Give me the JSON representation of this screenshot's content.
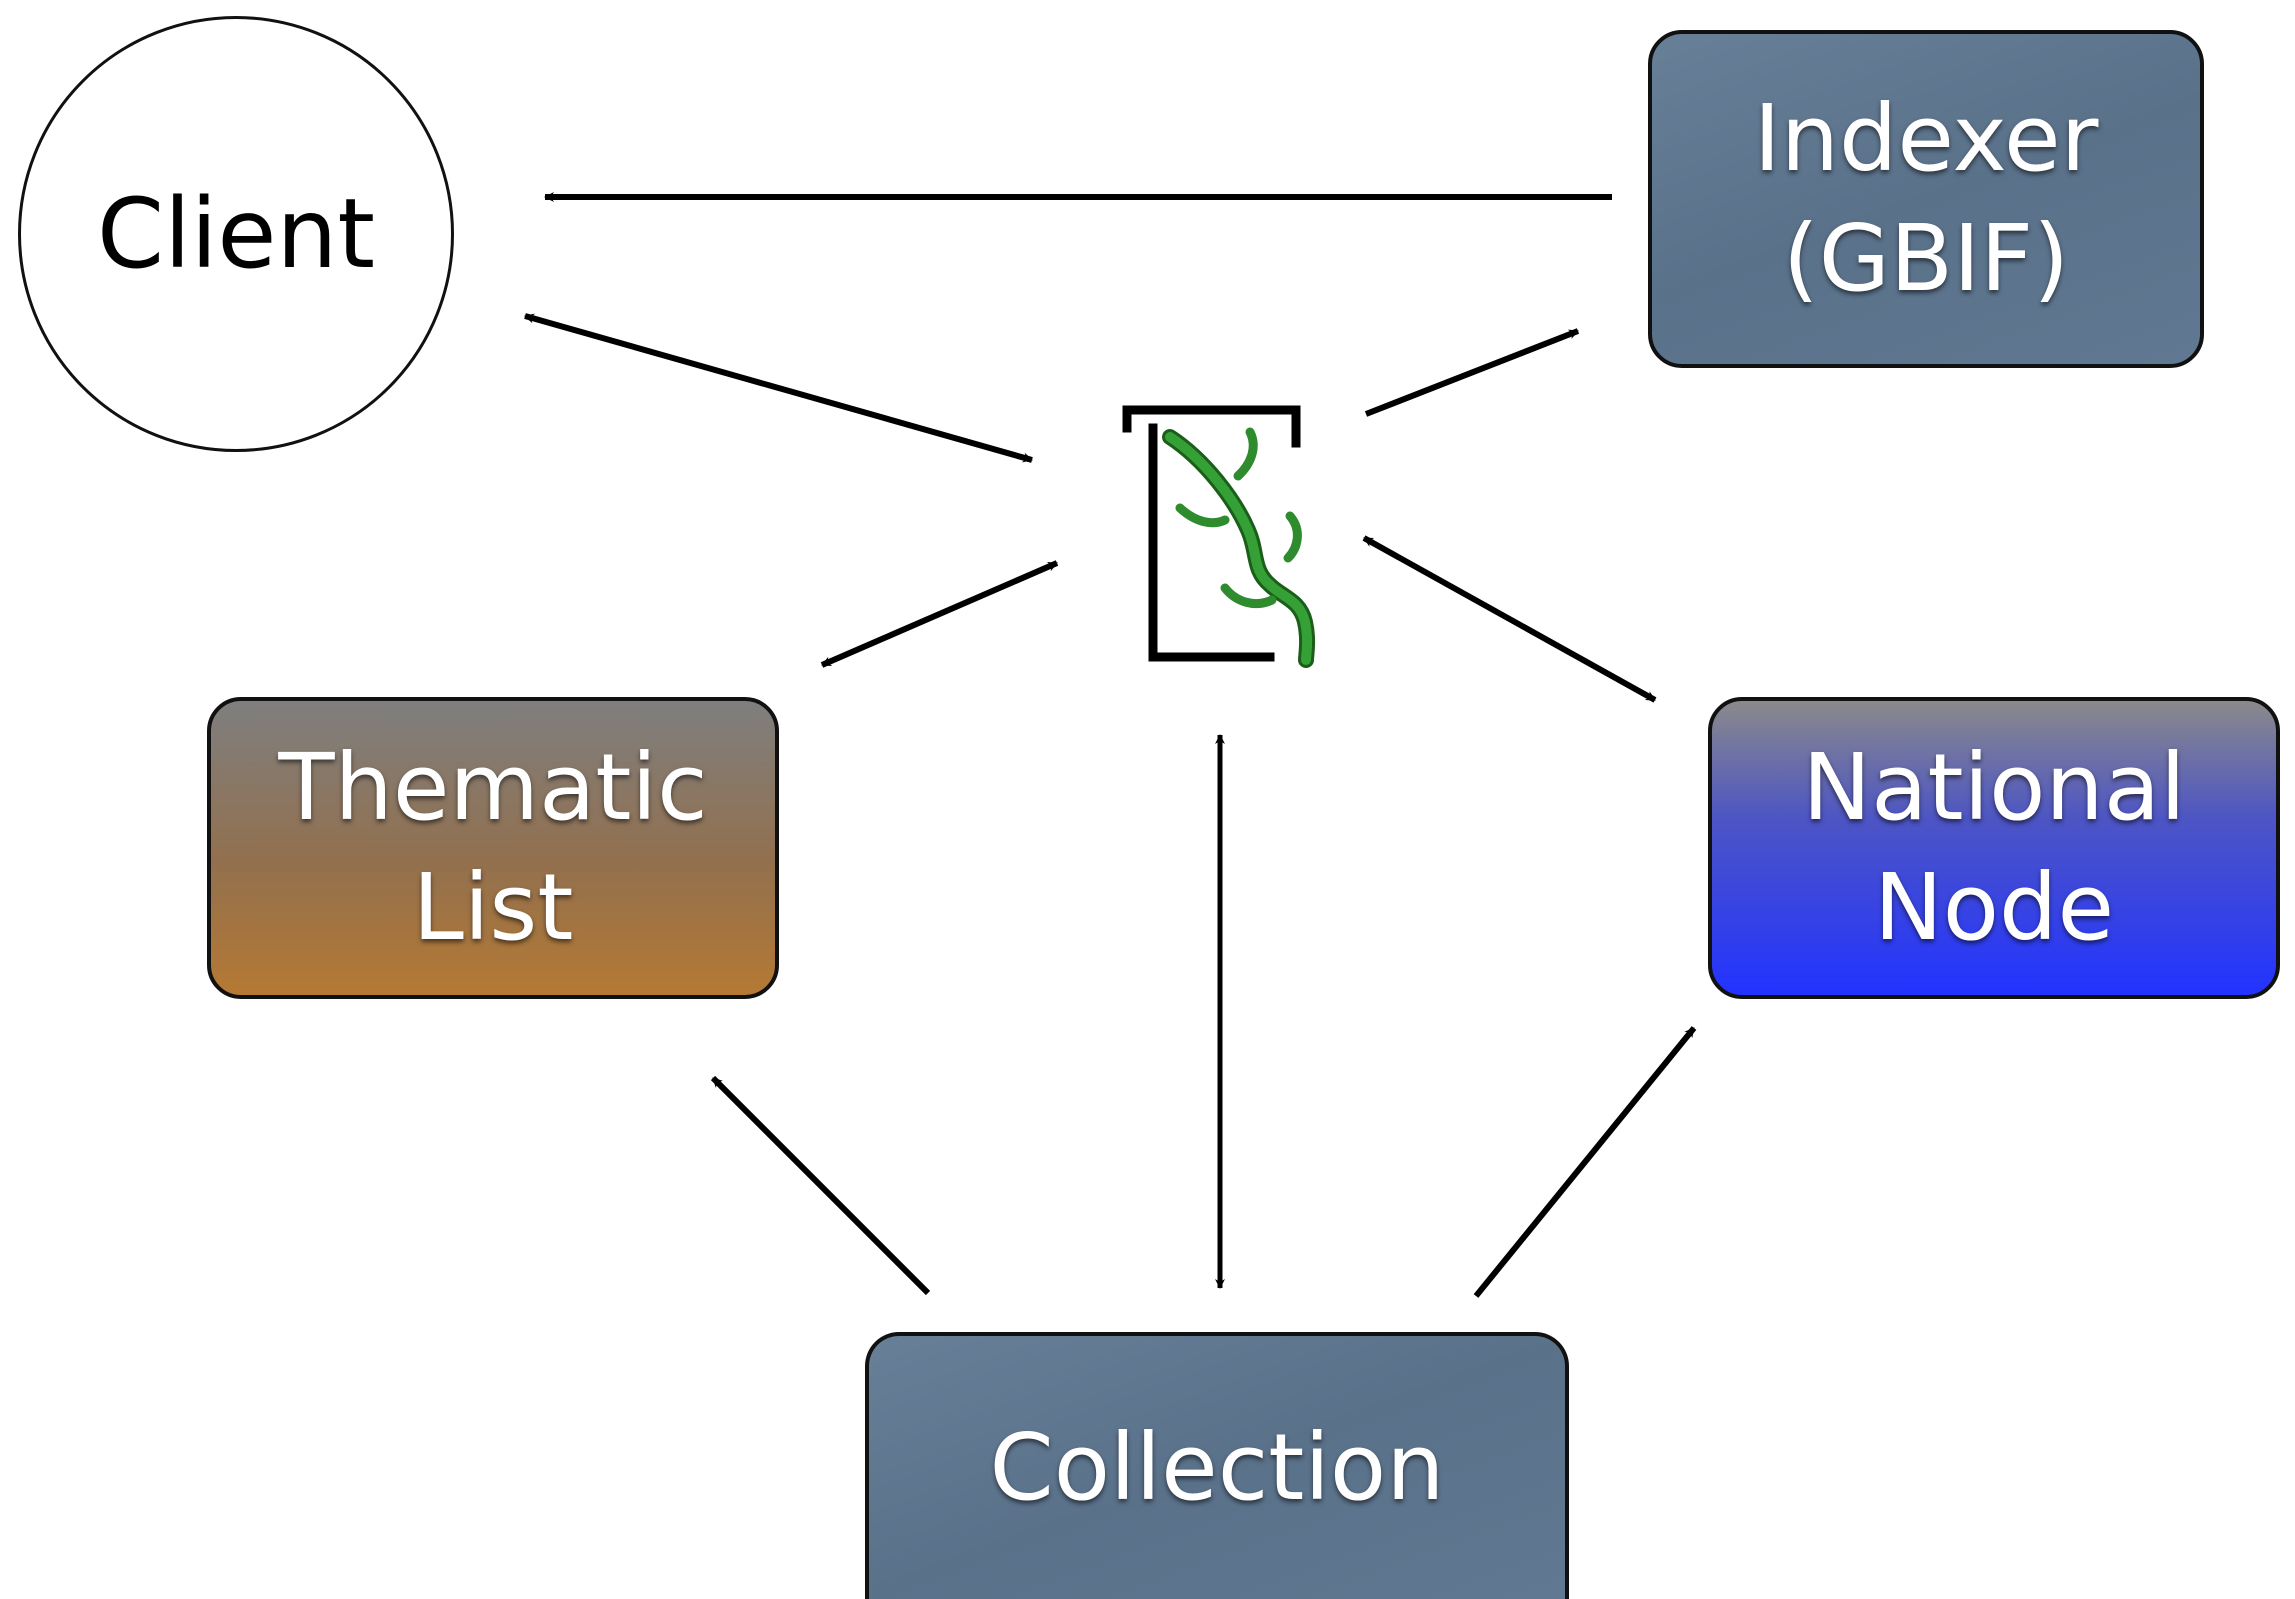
{
  "diagram": {
    "client": {
      "label": "Client"
    },
    "indexer": {
      "line1": "Indexer",
      "line2": "(GBIF)"
    },
    "thematic_list": {
      "line1": "Thematic",
      "line2": "List"
    },
    "national_node": {
      "line1": "National",
      "line2": "Node"
    },
    "collection": {
      "label": "Collection"
    },
    "hub": {
      "icon": "plant-branch-logo-icon"
    }
  },
  "colors": {
    "slate": "#5f768f",
    "thematic_top": "#7f7f7f",
    "thematic_bottom": "#b57933",
    "national_top": "#8a8a8a",
    "national_bottom": "#2233ff",
    "arrow": "#000000",
    "leaf": "#2e8b2e"
  }
}
